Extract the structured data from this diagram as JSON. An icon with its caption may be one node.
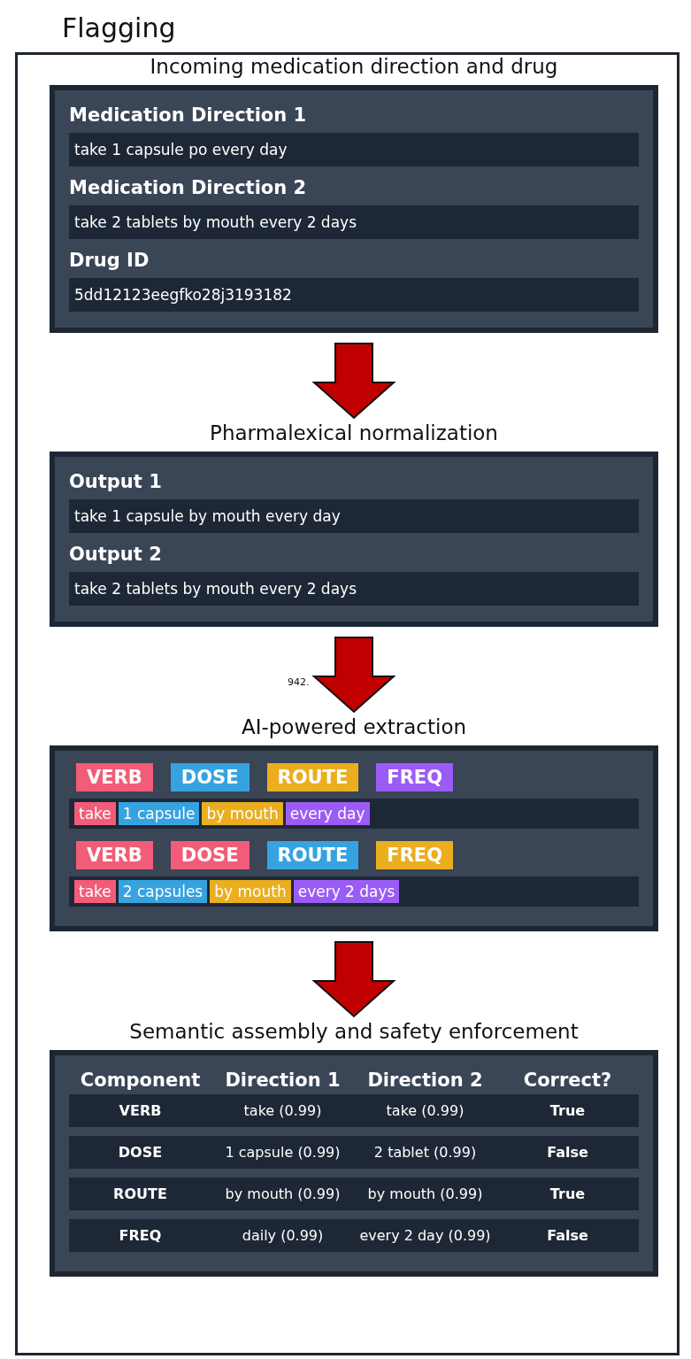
{
  "diagram": {
    "nodes": [
      {
        "text": [
          "Flagging"
        ]
      },
      {
        "text": [
          "Incoming medication direction and drug"
        ],
        "in": 0
      },
      {
        "text": [
          "Medication Direction 1",
          "take 1 capsule po every day"
        ],
        "in": 1
      },
      {
        "text": [
          "Medication Direction 2",
          "take 2 tablets by mouth every 2 days"
        ],
        "in": 1
      },
      {
        "text": [
          "Drug ID",
          "5dd12123eegfko28j3193182"
        ],
        "in": 1
      },
      {
        "text": [
          "Pharmalexical normalization"
        ],
        "in": 0
      },
      {
        "text": [
          "Output 1",
          "take 1 capsule by mouth every day"
        ],
        "in": 5
      },
      {
        "text": [
          "Output 2",
          "take 2 tablets by mouth every 2 days"
        ],
        "in": 5
      },
      {
        "text": [
          "AI-powered extraction"
        ],
        "in": 0
      },
      {
        "text": [
          "VERB"
        ],
        "in": 8
      },
      {
        "text": [
          "DOSE"
        ],
        "in": 8
      },
      {
        "text": [
          "ROUTE"
        ],
        "in": 8
      },
      {
        "text": [
          "FREQ"
        ],
        "in": 8
      },
      {
        "text": [],
        "shape": "bar",
        "in": 8
      },
      {
        "text": [
          "take"
        ],
        "in": 13
      },
      {
        "text": [
          "1 capsule"
        ],
        "in": 13
      },
      {
        "text": [
          "by mouth"
        ],
        "in": 13
      },
      {
        "text": [
          "every day"
        ],
        "in": 13
      },
      {
        "text": [
          "VERB"
        ],
        "in": 8
      },
      {
        "text": [
          "DOSE"
        ],
        "in": 8
      },
      {
        "text": [
          "ROUTE"
        ],
        "in": 8
      },
      {
        "text": [
          "FREQ"
        ],
        "in": 8
      },
      {
        "text": [],
        "shape": "bar",
        "in": 8
      },
      {
        "text": [
          "take"
        ],
        "in": 22
      },
      {
        "text": [
          "2 capsules"
        ],
        "in": 22
      },
      {
        "text": [
          "by mouth"
        ],
        "in": 22
      },
      {
        "text": [
          "every 2 days"
        ],
        "in": 22
      },
      {
        "text": [
          "Semantic assembly and safety enforcement"
        ],
        "in": 0
      },
      {
        "text": [
          "VERB",
          "take (0.99)",
          "take (0.99)",
          "True"
        ],
        "in": 27
      },
      {
        "text": [
          "DOSE",
          "1 capsule  (0.99)",
          "2 tablet  (0.99)",
          "False"
        ],
        "in": 27
      },
      {
        "text": [
          "ROUTE",
          "by mouth (0.99)",
          "by mouth (0.99)",
          "True"
        ],
        "in": 27
      },
      {
        "text": [
          "FREQ",
          "daily  (0.99)",
          "every 2 day (0.99)",
          "False"
        ],
        "in": 27
      }
    ],
    "edges": [
      {
        "from": 1,
        "to": 5,
        "arrow": "to"
      },
      {
        "from": 5,
        "to": 8,
        "arrow": "to"
      },
      {
        "from": 8,
        "to": 27,
        "arrow": "to"
      }
    ],
    "labels": [
      "942.",
      "Component",
      "Direction 1",
      "Direction 2",
      "Correct?"
    ]
  }
}
